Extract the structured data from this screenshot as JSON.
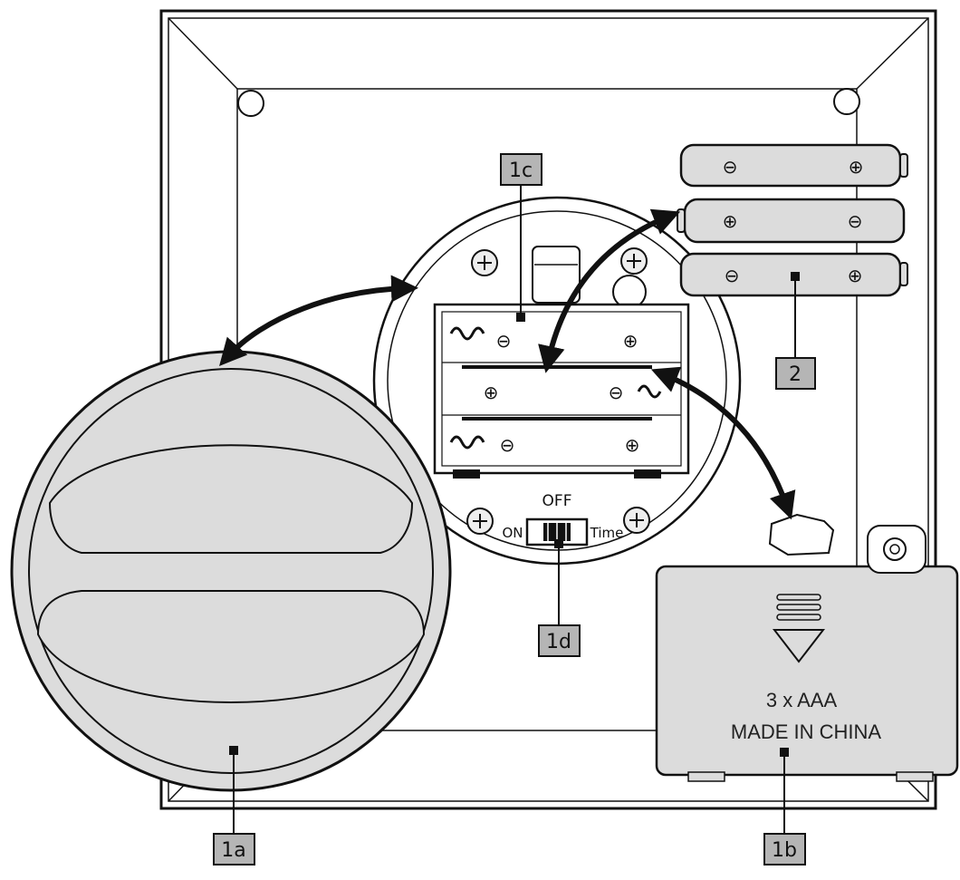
{
  "labels": {
    "a": "1a",
    "b": "1b",
    "c": "1c",
    "d": "1d",
    "two": "2"
  },
  "switch": {
    "off": "OFF",
    "on": "ON",
    "time": "Time"
  },
  "cover": {
    "line1": "3 x AAA",
    "line2": "MADE IN CHINA"
  },
  "battery": {
    "minus": "⊖",
    "plus": "⊕"
  },
  "colors": {
    "line": "#111111",
    "fill_gray": "#dcdcdc",
    "fill_light": "#eeeeee",
    "callout_fill": "#b5b5b5"
  }
}
